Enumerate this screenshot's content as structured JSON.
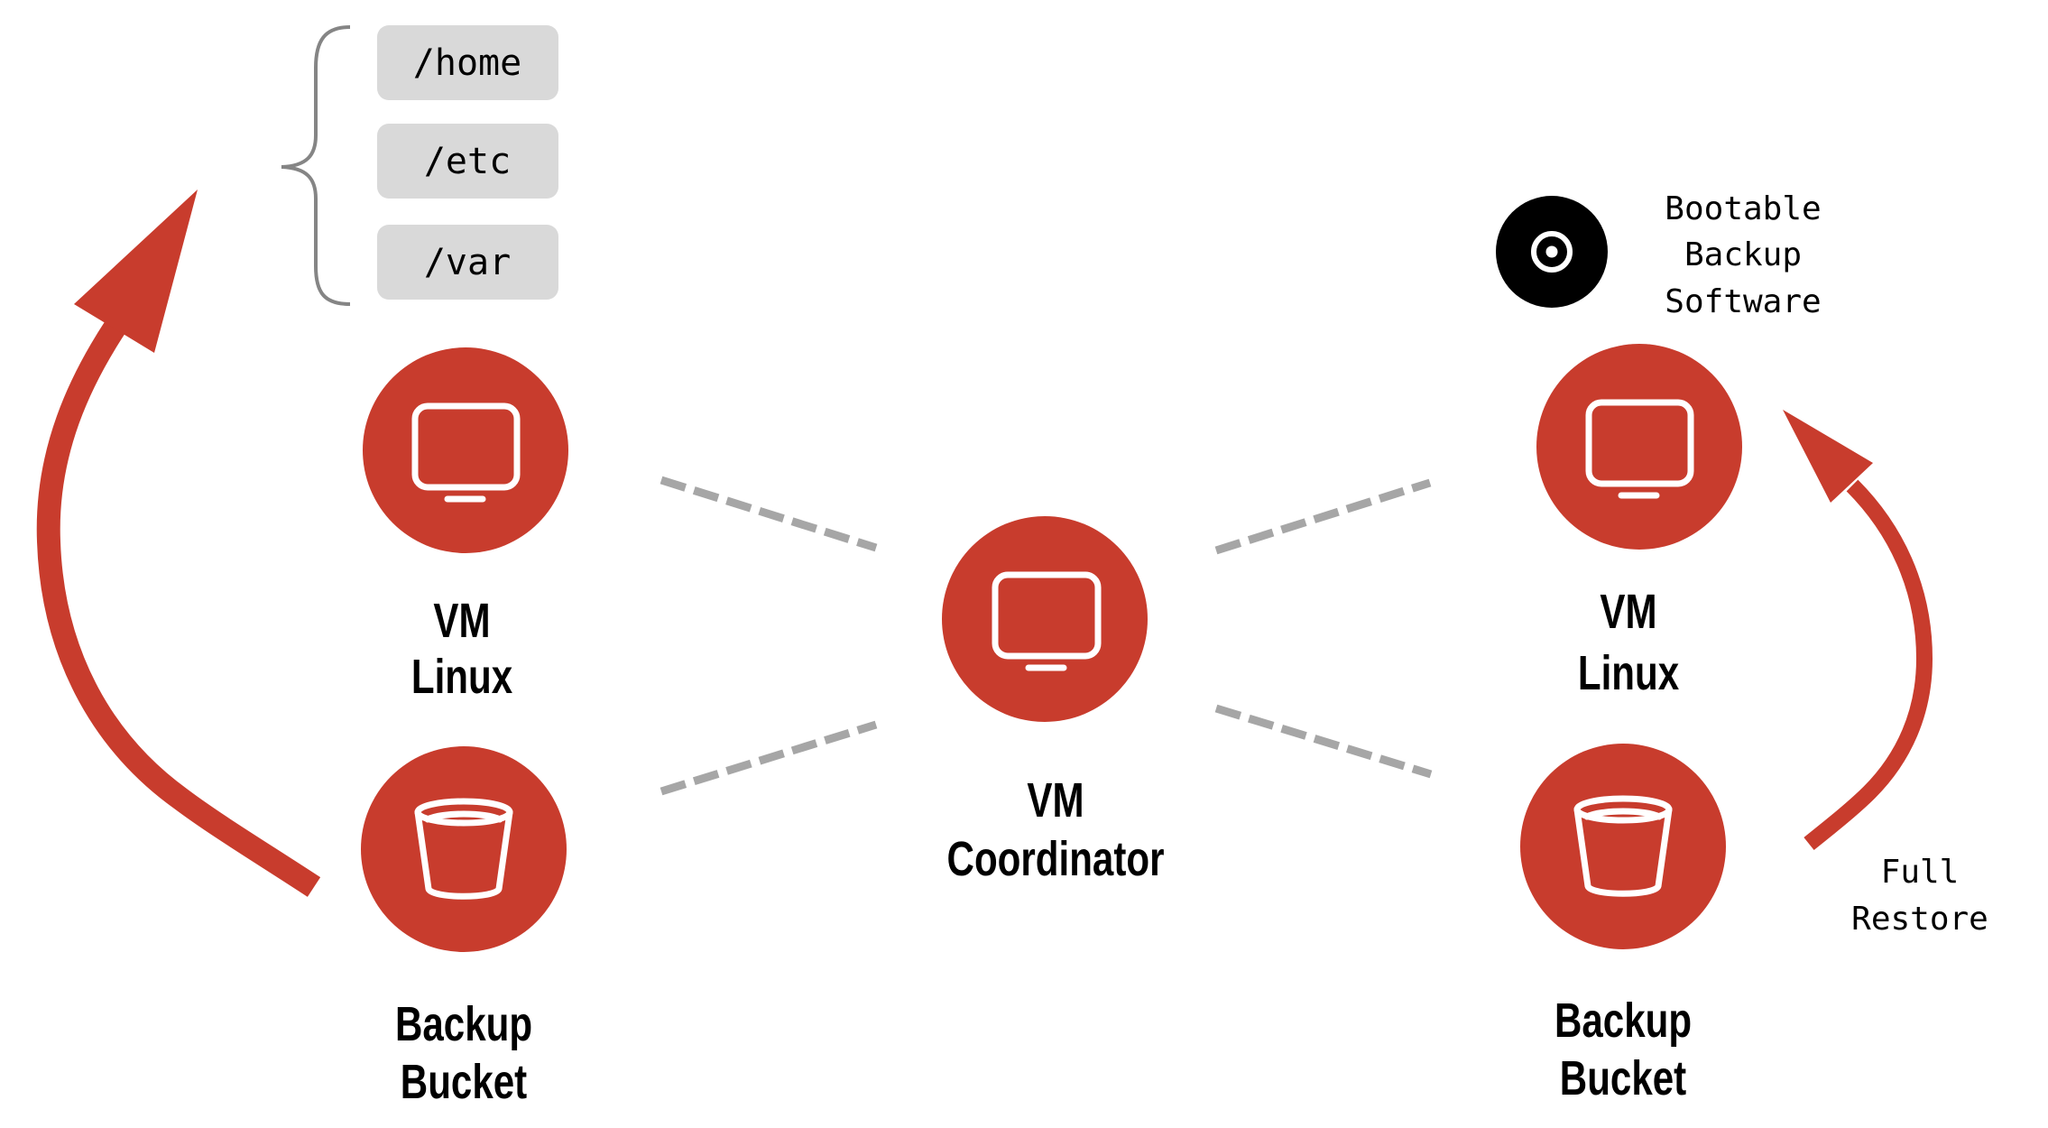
{
  "colors": {
    "accent": "#c83c2d",
    "dash": "#a6a6a6",
    "dir_box": "#d9d9d9",
    "brace": "#858585",
    "text": "#000000"
  },
  "directories": {
    "items": [
      {
        "label": "/home"
      },
      {
        "label": "/etc"
      },
      {
        "label": "/var"
      }
    ]
  },
  "nodes": {
    "vm_linux_left": {
      "icon": "monitor-icon",
      "line1": "VM",
      "line2": "Linux"
    },
    "bucket_left": {
      "icon": "bucket-icon",
      "line1": "Backup",
      "line2": "Bucket"
    },
    "coordinator": {
      "icon": "monitor-icon",
      "line1": "VM",
      "line2": "Coordinator"
    },
    "vm_linux_right": {
      "icon": "monitor-icon",
      "line1": "VM",
      "line2": "Linux"
    },
    "bucket_right": {
      "icon": "bucket-icon",
      "line1": "Backup",
      "line2": "Bucket"
    }
  },
  "bootable": {
    "icon": "disc-icon",
    "lines": [
      "Bootable",
      "Backup",
      "Software"
    ]
  },
  "restore": {
    "lines": [
      "Full",
      "Restore"
    ]
  },
  "connections": [
    {
      "from": "vm_linux_left",
      "to": "coordinator",
      "style": "dashed"
    },
    {
      "from": "bucket_left",
      "to": "coordinator",
      "style": "dashed"
    },
    {
      "from": "coordinator",
      "to": "vm_linux_right",
      "style": "dashed"
    },
    {
      "from": "coordinator",
      "to": "bucket_right",
      "style": "dashed"
    },
    {
      "from": "bucket_left",
      "to": "directories",
      "style": "arrow"
    },
    {
      "from": "bucket_right",
      "to": "vm_linux_right",
      "style": "arrow",
      "label": "Full Restore"
    }
  ]
}
